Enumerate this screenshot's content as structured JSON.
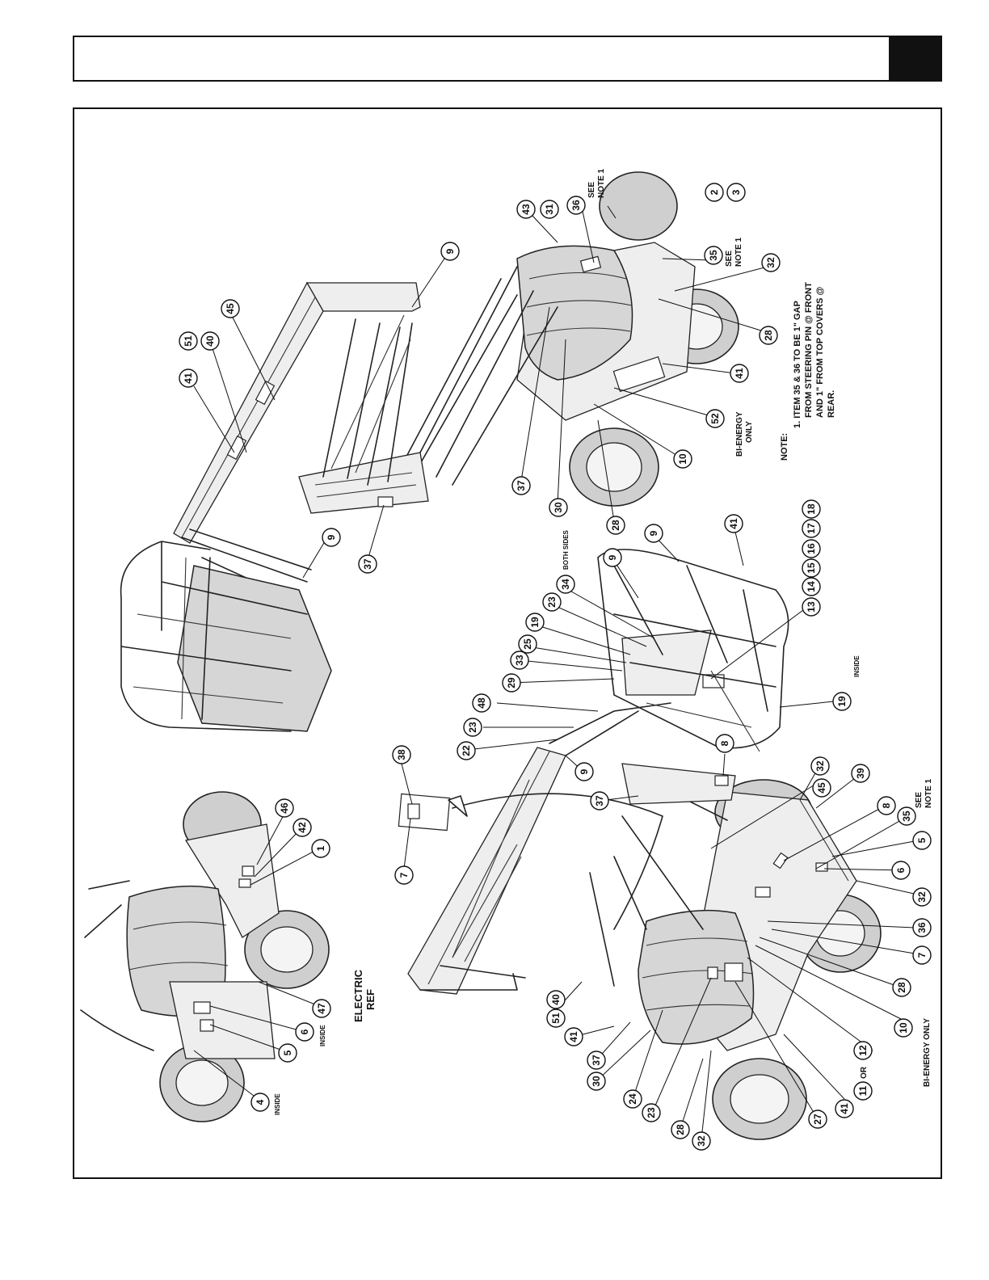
{
  "callouts": {
    "c2": "2",
    "c3": "3",
    "c36a": "36",
    "c43": "43",
    "c31": "31",
    "c9a": "9",
    "c45a": "45",
    "c51a": "51",
    "c40a": "40",
    "c41a": "41",
    "c35a": "35",
    "c32a": "32",
    "c28a": "28",
    "c41b": "41",
    "c52": "52",
    "c10a": "10",
    "c37a": "37",
    "c30a": "30",
    "c28b": "28",
    "c9b": "9",
    "c37b": "37",
    "c9c": "9",
    "c9d": "9",
    "c34": "34",
    "c23a": "23",
    "c19a": "19",
    "c25": "25",
    "c33": "33",
    "c29": "29",
    "c48": "48",
    "c23b": "23",
    "c22": "22",
    "c9e": "9",
    "c41c": "41",
    "c13": "13",
    "c14": "14",
    "c15": "15",
    "c16": "16",
    "c17": "17",
    "c18": "18",
    "c19b": "19",
    "c8a": "8",
    "c38": "38",
    "c7a": "7",
    "c37c": "37",
    "c32b": "32",
    "c45b": "45",
    "c39": "39",
    "c8b": "8",
    "c35b": "35",
    "c5a": "5",
    "c6a": "6",
    "c32c": "32",
    "c36b": "36",
    "c7b": "7",
    "c28c": "28",
    "c10b": "10",
    "c12": "12",
    "c11": "11",
    "c41d": "41",
    "c27": "27",
    "c32d": "32",
    "c28d": "28",
    "c23c": "23",
    "c24": "24",
    "c30b": "30",
    "c37d": "37",
    "c41e": "41",
    "c51b": "51",
    "c40b": "40",
    "c46": "46",
    "c42": "42",
    "c1": "1",
    "c47": "47",
    "c6b": "6",
    "c5b": "5",
    "c4": "4"
  },
  "labels": {
    "see_note_36_a": "SEE",
    "see_note_36_b": "NOTE 1",
    "see_note_35_a": "SEE",
    "see_note_35_b": "NOTE 1",
    "see_note_right_a": "SEE",
    "see_note_right_b": "NOTE 1",
    "bi_energy_only_a": "BI-ENERGY",
    "bi_energy_only_b": "ONLY",
    "bi_energy_only_lower": "BI-ENERGY ONLY",
    "both_sides": "BOTH SIDES",
    "inside_19": "INSIDE",
    "inside_6": "INSIDE",
    "inside_4": "INSIDE",
    "or_word": "OR",
    "electric_a": "ELECTRIC",
    "electric_b": "REF"
  },
  "note": {
    "heading": "NOTE:",
    "line1": "1. ITEM 35 & 36 TO BE 1\" GAP",
    "line2": "FROM STEERING PIN @ FRONT",
    "line3": "AND 1\" FROM TOP COVERS @",
    "line4": "REAR."
  }
}
